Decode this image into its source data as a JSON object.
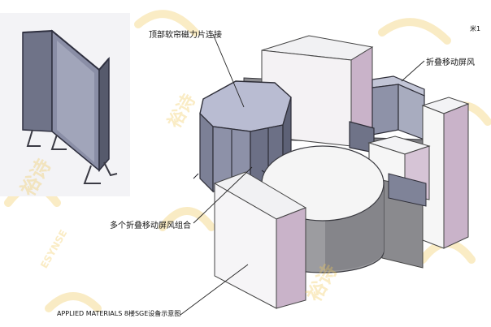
{
  "labels": {
    "top_connection": "顶部软帘磁力片连接",
    "folding_screen": "折叠移动屏风",
    "multi_folding_group": "多个折叠移动屏风组合",
    "caption": "APPLIED MATERIALS 8楼SGE设备示意图",
    "corner_mark": "米1"
  },
  "watermark": {
    "brand": "裕诗",
    "latin": "ESYNSE",
    "color": "#f0c85a"
  },
  "colors": {
    "wall_face": "#f4f2f4",
    "wall_side": "#c9b3c9",
    "panel_glass": "#9ea4bd",
    "floor_dark": "#8a8a8e",
    "drum_top": "#f4f4f4",
    "drum_side": "#9b9b9f"
  }
}
